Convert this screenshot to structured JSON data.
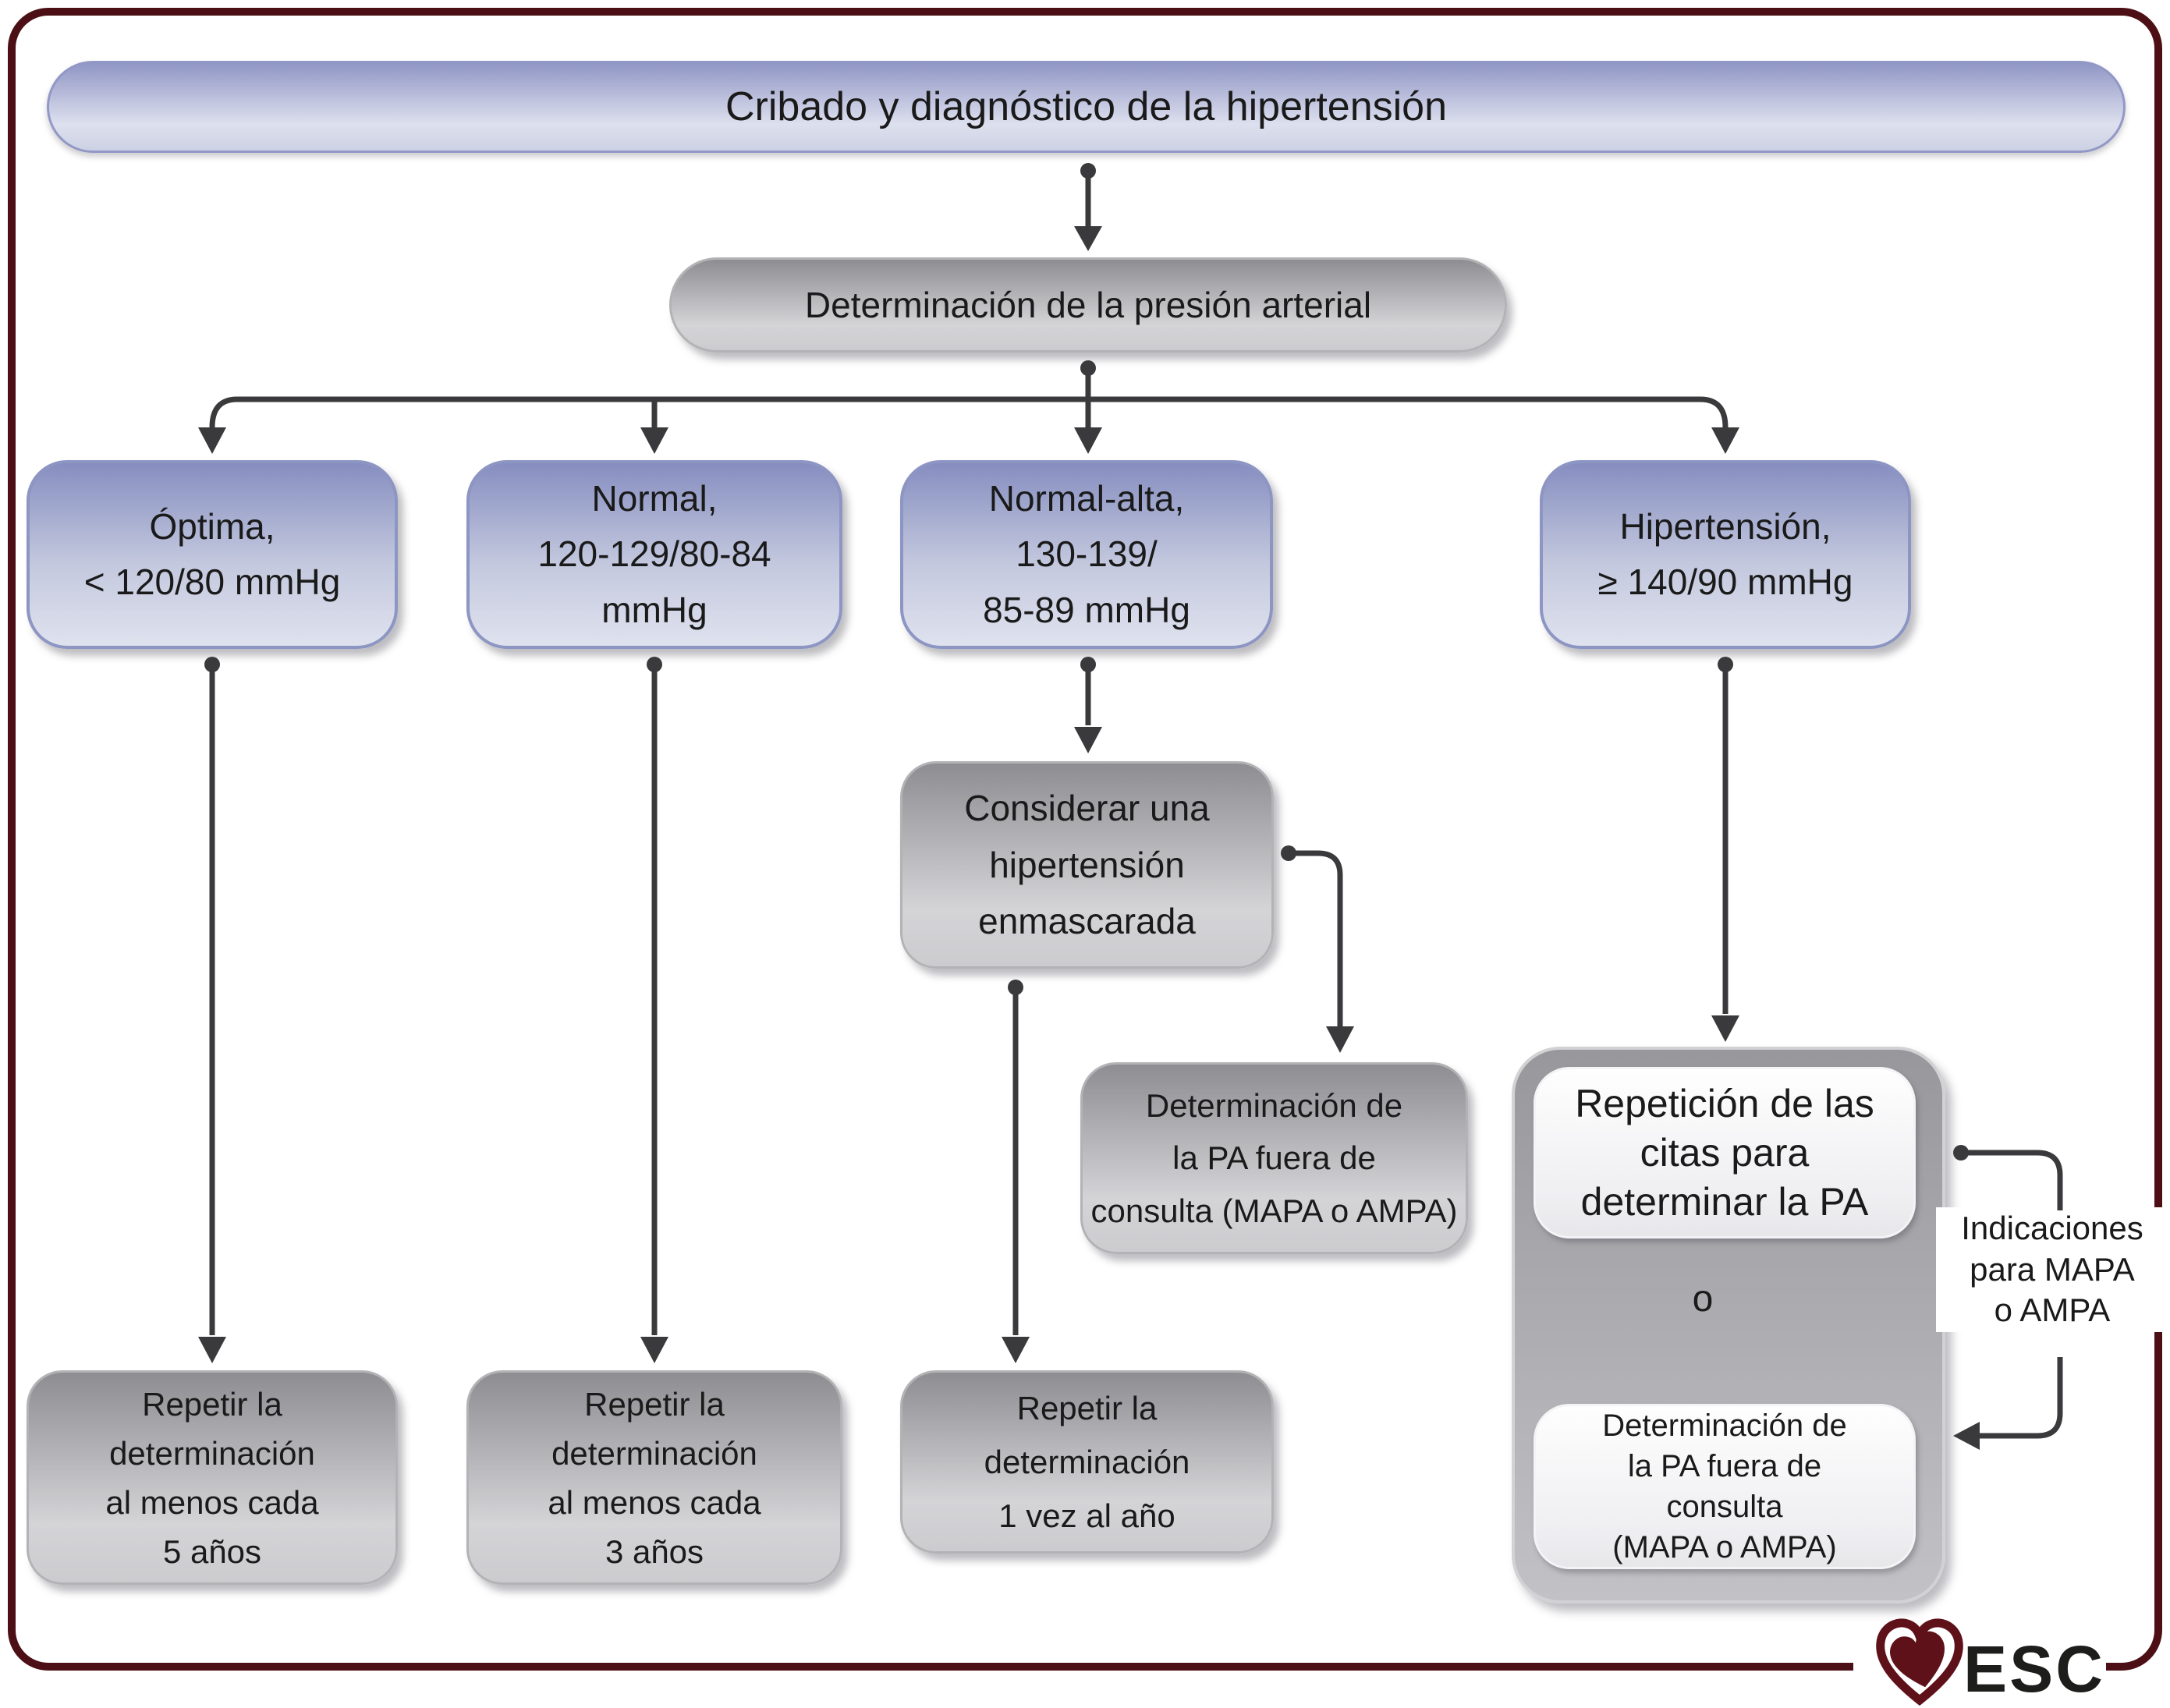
{
  "header": {
    "title": "Cribado y diagnóstico de la hipertensión"
  },
  "flow": {
    "measure_label": "Determinación de la presión arterial",
    "categories": [
      {
        "label": "Óptima,\n< 120/80 mmHg",
        "followup": "Repetir la\ndeterminación\nal menos cada\n5 años"
      },
      {
        "label": "Normal,\n120-129/80-84\nmmHg",
        "followup": "Repetir la\ndeterminación\nal menos cada\n3 años"
      },
      {
        "label": "Normal-alta,\n130-139/\n85-89 mmHg",
        "consider": "Considerar una\nhipertensión\nenmascarada",
        "out_of_office": "Determinación de\nla PA fuera de\nconsulta (MAPA o AMPA)",
        "followup": "Repetir la\ndeterminación\n1 vez al año"
      },
      {
        "label": "Hipertensión,\n≥ 140/90 mmHg",
        "repeat_visits": "Repetición de las\ncitas para\ndeterminar la PA",
        "or_label": "o",
        "out_of_office": "Determinación de\nla PA fuera de\nconsulta\n(MAPA o AMPA)"
      }
    ],
    "bracket_note": "Indicaciones\npara MAPA\no AMPA"
  },
  "footer": {
    "logo_text": "ESC"
  },
  "colors": {
    "frame": "#4c0f15",
    "heart": "#5f1119",
    "connector": "#3a3a3c",
    "blue_box_border": "#8d95c3"
  }
}
